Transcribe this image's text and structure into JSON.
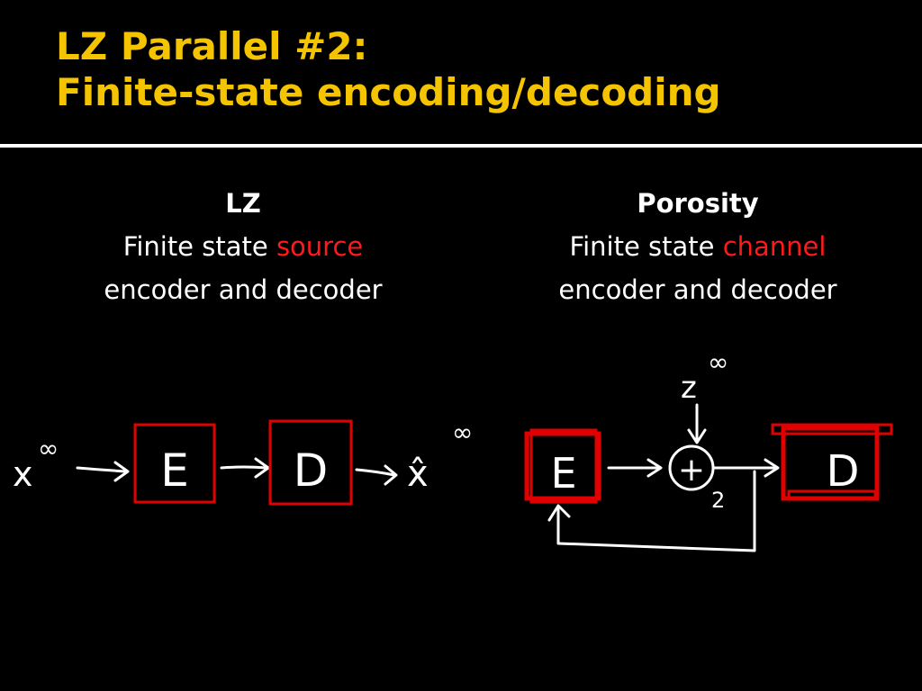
{
  "title": {
    "line1": "LZ Parallel #2:",
    "line2": "Finite-state encoding/decoding"
  },
  "left": {
    "heading": "LZ",
    "line2_prefix": "Finite state ",
    "line2_highlight": "source",
    "line3": "encoder and decoder"
  },
  "right": {
    "heading": "Porosity",
    "line2_prefix": "Finite state ",
    "line2_highlight": "channel",
    "line3": "encoder and decoder"
  },
  "colors": {
    "title": "#f5c400",
    "highlight": "#ff1a1a",
    "box": "#e00000",
    "ink": "#ffffff",
    "background": "#000000"
  },
  "diagram_left": {
    "input_label": "x",
    "input_sup": "∞",
    "encoder_label": "E",
    "decoder_label": "D",
    "output_label": "x̂",
    "output_sup": "∞"
  },
  "diagram_right": {
    "noise_label": "z",
    "noise_sup": "∞",
    "encoder_label": "E",
    "adder_label": "+",
    "adder_sub": "2",
    "decoder_label": "D"
  }
}
